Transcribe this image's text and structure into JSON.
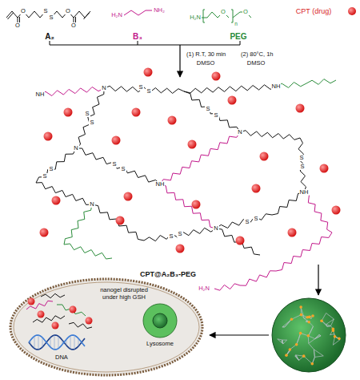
{
  "diagram": {
    "nodes": [
      {
        "text": [
          "nanogel disrupted under high GSH",
          "DNA"
        ]
      },
      {
        "text": [
          "Lysosome"
        ],
        "in": 0
      }
    ],
    "labels": [
      "O",
      "O",
      "S",
      "S",
      "O",
      "O",
      "A₂",
      "H₂N",
      "NH₂",
      "B₃",
      "H₂N",
      "O",
      "n",
      "O",
      "PEG",
      "CPT (drug)",
      "(1) R.T, 30 min",
      "DMSO",
      "(2) 80°C, 1h",
      "DMSO",
      "N",
      "N",
      "N",
      "N",
      "N",
      "NH",
      "NH",
      "NH",
      "NH",
      "S",
      "S",
      "S",
      "S",
      "S",
      "S",
      "S",
      "S",
      "S",
      "S",
      "S",
      "S",
      "S",
      "S",
      "S",
      "S",
      "H₂N",
      "CPT@A₂B₃-PEG"
    ]
  }
}
